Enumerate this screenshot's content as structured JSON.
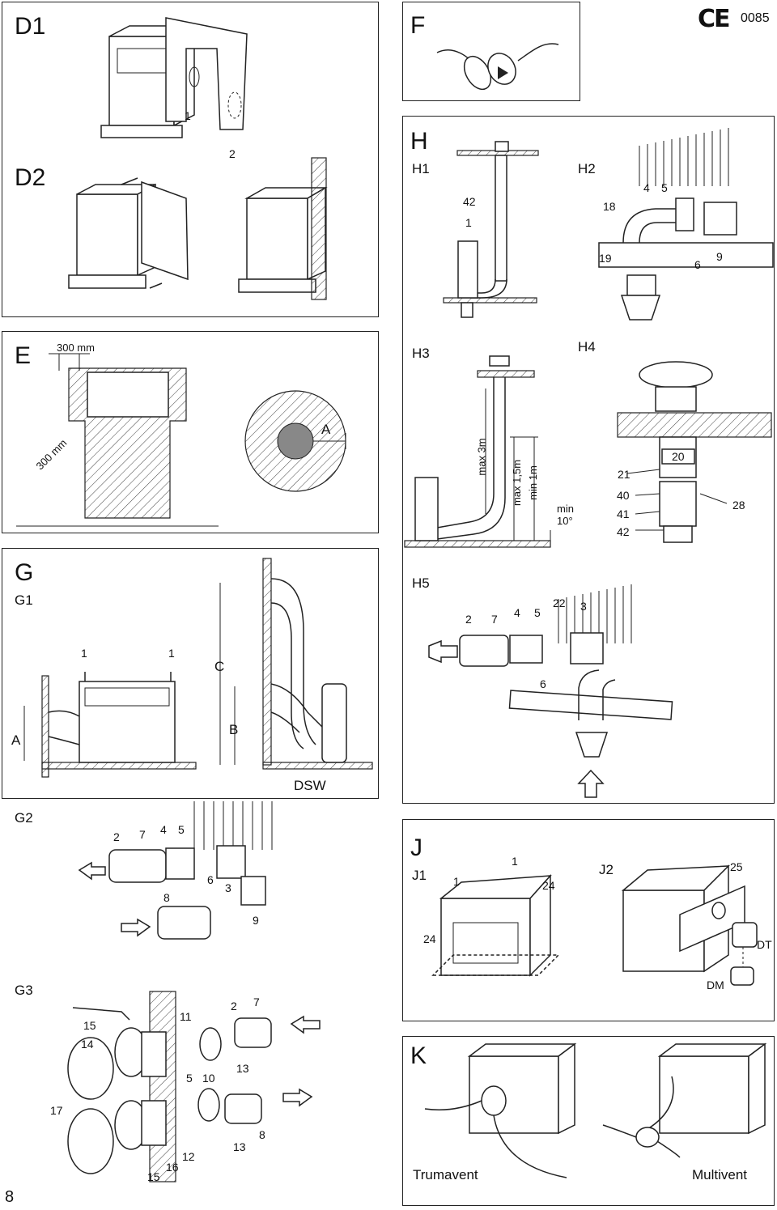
{
  "page_number": "8",
  "certification": {
    "mark": "CE",
    "number": "0085"
  },
  "colors": {
    "line": "#222222",
    "fill_grey": "#888888",
    "background": "#ffffff"
  },
  "panels": {
    "D": {
      "title_d1": "D1",
      "title_d2": "D2",
      "callouts": [
        "1",
        "2"
      ]
    },
    "E": {
      "title": "E",
      "dim_top": "300 mm",
      "dim_side": "300 mm",
      "label_a": "A"
    },
    "F": {
      "title": "F"
    },
    "G": {
      "title": "G",
      "g1": {
        "title": "G1",
        "callouts": [
          "1",
          "1"
        ],
        "labels": [
          "C",
          "B",
          "A",
          "DSW"
        ]
      },
      "g2": {
        "title": "G2",
        "callouts": [
          "2",
          "7",
          "4",
          "5",
          "6",
          "3",
          "8",
          "9"
        ]
      },
      "g3": {
        "title": "G3",
        "callouts": [
          "15",
          "14",
          "11",
          "2",
          "7",
          "17",
          "5",
          "10",
          "13",
          "8",
          "13",
          "12",
          "16",
          "15"
        ]
      }
    },
    "H": {
      "title": "H",
      "h1": {
        "title": "H1",
        "callouts": [
          "42",
          "1"
        ]
      },
      "h2": {
        "title": "H2",
        "callouts": [
          "18",
          "4",
          "5",
          "19",
          "6",
          "9"
        ]
      },
      "h3": {
        "title": "H3",
        "dims": [
          "max 3m",
          "max 1,5m",
          "min 1m",
          "min",
          "10°"
        ]
      },
      "h4": {
        "title": "H4",
        "callouts": [
          "20",
          "21",
          "40",
          "41",
          "42",
          "28"
        ]
      },
      "h5": {
        "title": "H5",
        "callouts": [
          "2",
          "7",
          "4",
          "5",
          "22",
          "3",
          "6"
        ]
      }
    },
    "J": {
      "title": "J",
      "j1": {
        "title": "J1",
        "callouts": [
          "1",
          "1",
          "24",
          "24"
        ]
      },
      "j2": {
        "title": "J2",
        "callouts": [
          "25",
          "DT",
          "DM"
        ]
      }
    },
    "K": {
      "title": "K",
      "label_left": "Trumavent",
      "label_right": "Multivent"
    }
  }
}
